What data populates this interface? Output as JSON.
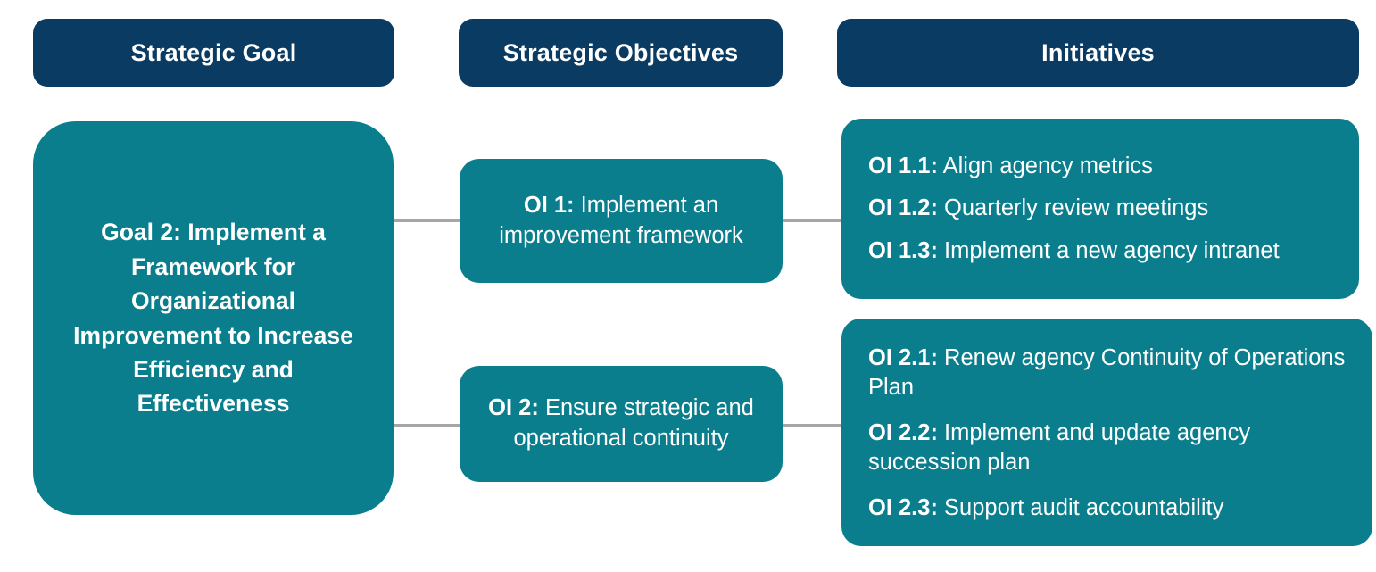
{
  "colors": {
    "header_navy": "#0a3b63",
    "box_teal": "#0a7e8c",
    "connector_gray": "#a6a6a6",
    "text_white": "#ffffff",
    "background": "#ffffff"
  },
  "headers": {
    "goal": "Strategic Goal",
    "objectives": "Strategic Objectives",
    "initiatives": "Initiatives"
  },
  "goal": {
    "lead": "Goal 2",
    "separator": ": ",
    "text": "Implement a Framework for Organizational Improvement to Increase Efficiency and Effectiveness"
  },
  "objectives": [
    {
      "lead": "OI 1:",
      "text": " Implement an improvement framework"
    },
    {
      "lead": "OI 2:",
      "text": " Ensure strategic and operational continuity"
    }
  ],
  "initiative_groups": [
    {
      "group": "OI 1",
      "items": [
        {
          "lead": "OI 1.1:",
          "text": " Align agency metrics"
        },
        {
          "lead": "OI 1.2:",
          "text": " Quarterly review meetings"
        },
        {
          "lead": "OI 1.3:",
          "text": " Implement a new agency intranet"
        }
      ]
    },
    {
      "group": "OI 2",
      "items": [
        {
          "lead": "OI 2.1:",
          "text": " Renew agency Continuity of Operations Plan"
        },
        {
          "lead": "OI 2.2:",
          "text": " Implement and update agency succession plan"
        },
        {
          "lead": "OI 2.3:",
          "text": " Support audit accountability"
        }
      ]
    }
  ]
}
